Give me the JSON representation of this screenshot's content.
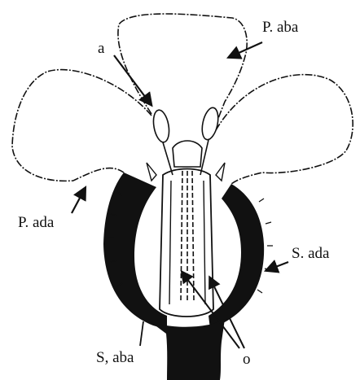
{
  "labels": {
    "petal_abaxial": "P. aba",
    "anther_marker": "a",
    "petal_adaxial": "P. ada",
    "sepal_adaxial": "S. ada",
    "sepal_abaxial": "S, aba",
    "ovary_marker": "o"
  },
  "colors": {
    "ink": "#111111",
    "background": "#ffffff"
  }
}
